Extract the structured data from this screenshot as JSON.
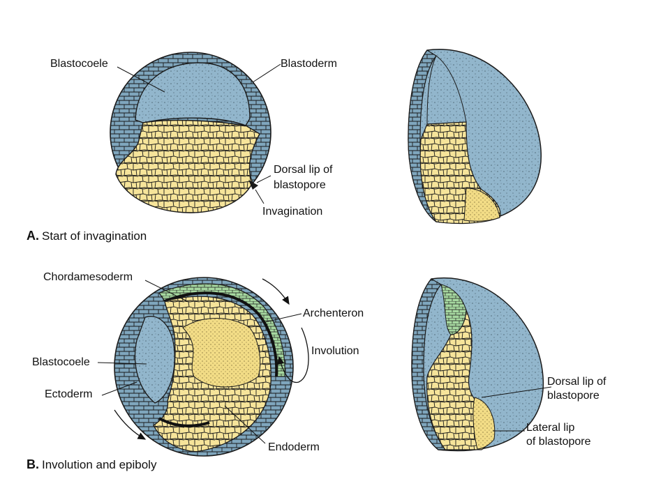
{
  "panelA": {
    "letter": "A.",
    "caption": "Start of invagination",
    "labels": {
      "blastocoele": "Blastocoele",
      "blastoderm": "Blastoderm",
      "dorsal_lip_1": "Dorsal lip of",
      "dorsal_lip_2": "blastopore",
      "invagination": "Invagination"
    }
  },
  "panelB": {
    "letter": "B.",
    "caption": "Involution and epiboly",
    "labels": {
      "chordamesoderm": "Chordamesoderm",
      "archenteron": "Archenteron",
      "involution": "Involution",
      "blastocoele": "Blastocoele",
      "ectoderm": "Ectoderm",
      "endoderm": "Endoderm",
      "dorsal_lip_1": "Dorsal lip of",
      "dorsal_lip_2": "blastopore",
      "lateral_lip_1": "Lateral lip",
      "lateral_lip_2": "of blastopore"
    }
  },
  "colors": {
    "blastoderm_blue": "#7fa6bd",
    "cavity_blue": "#92b6cc",
    "yolk_yellow": "#f6e49a",
    "mesoderm_green": "#a6d8a0",
    "outline": "#1a1a1a"
  }
}
